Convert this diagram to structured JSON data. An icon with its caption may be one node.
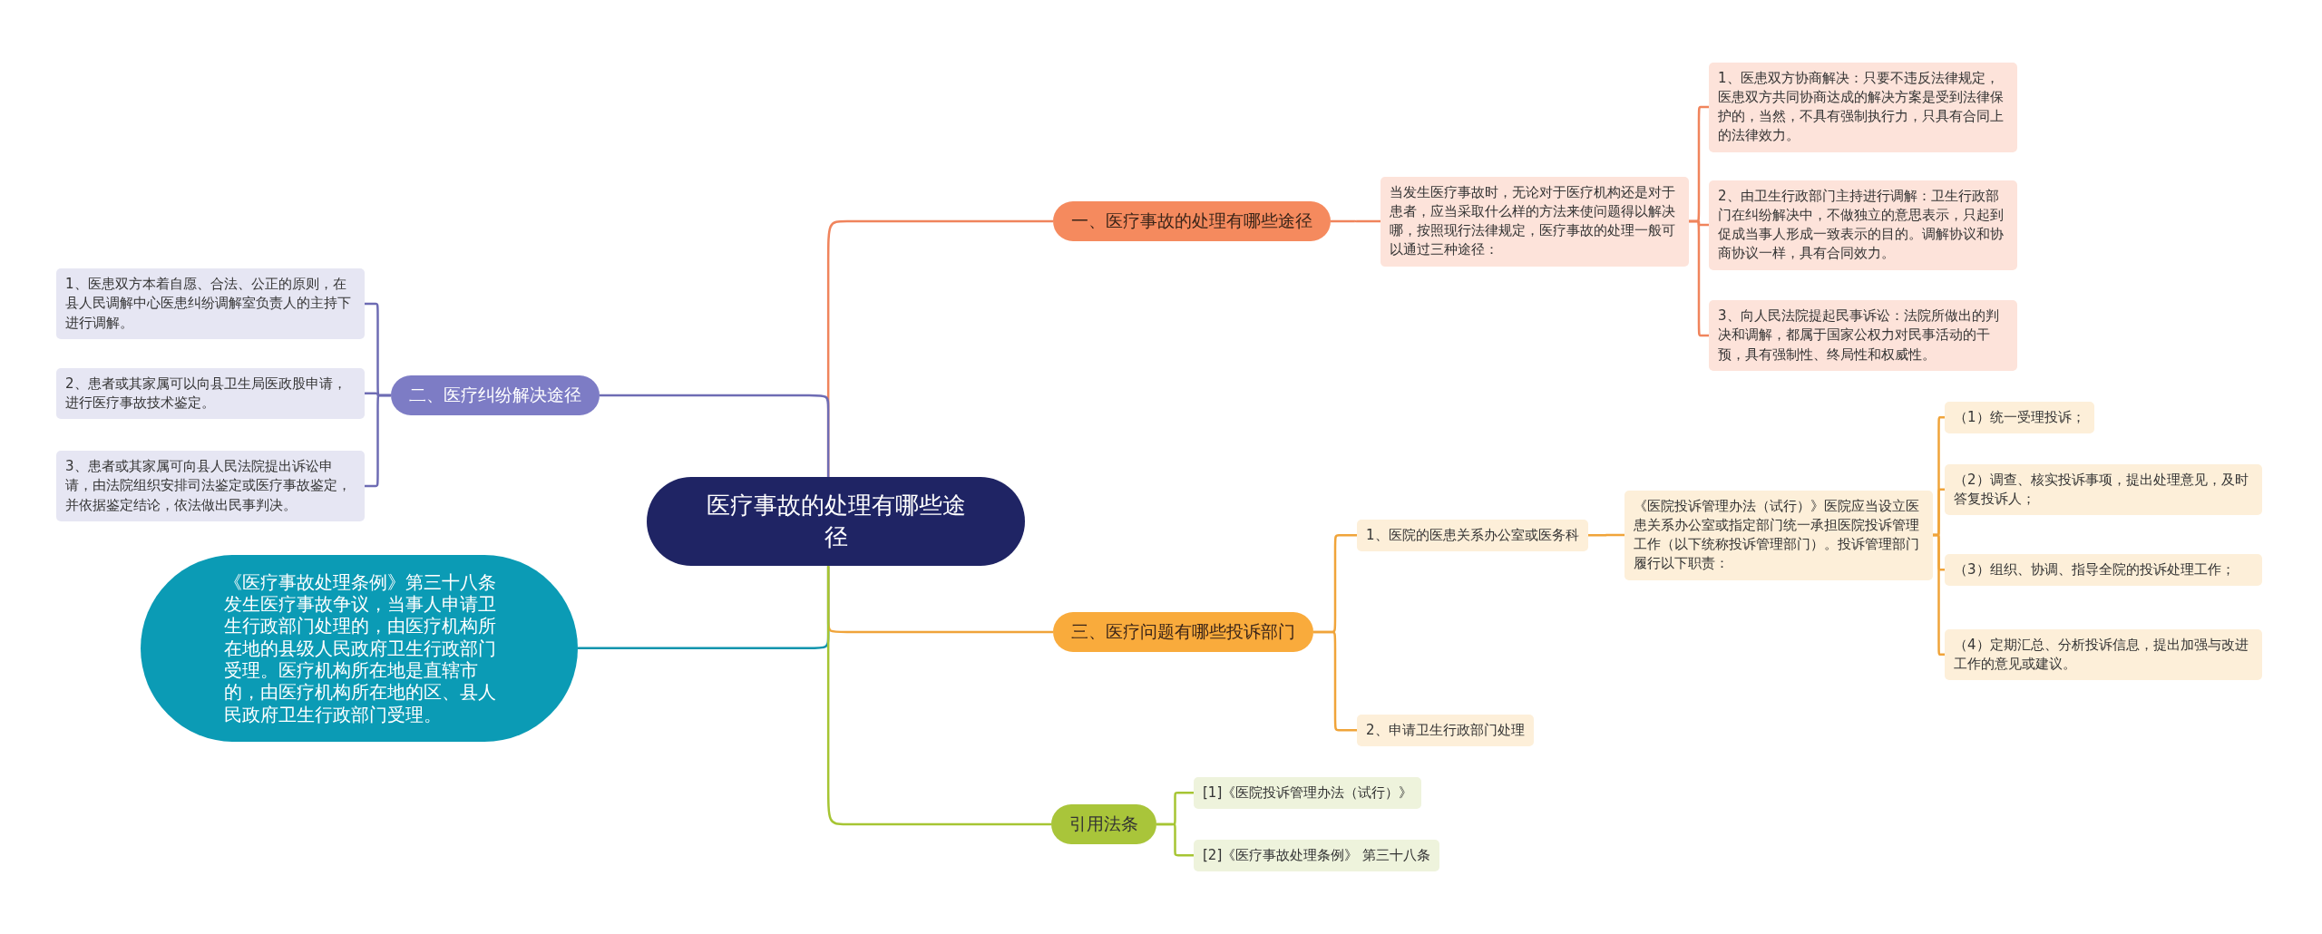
{
  "diagram": {
    "nodes": [
      {
        "text": [
          "医疗事故的处理有哪些途径"
        ]
      },
      {
        "text": [
          "一、医疗事故的处理有哪些途径"
        ]
      },
      {
        "text": [
          "当发生医疗事故时，无论对于医疗机构还是对于患者，应当采取什么样的方法来使问题得以解决哪，按照现行法律规定，医疗事故的处理一般可以通过三种途径："
        ]
      },
      {
        "text": [
          "1、医患双方协商解决：只要不违反法律规定，医患双方共同协商达成的解决方案是受到法律保护的，当然，不具有强制执行力，只具有合同上的法律效力。"
        ]
      },
      {
        "text": [
          "2、由卫生行政部门主持进行调解：卫生行政部门在纠纷解决中，不做独立的意思表示，只起到促成当事人形成一致表示的目的。调解协议和协商协议一样，具有合同效力。"
        ]
      },
      {
        "text": [
          "3、向人民法院提起民事诉讼：法院所做出的判决和调解，都属于国家公权力对民事活动的干预，具有强制性、终局性和权威性。"
        ]
      },
      {
        "text": [
          "二、医疗纠纷解决途径"
        ]
      },
      {
        "text": [
          "1、医患双方本着自愿、合法、公正的原则，在县人民调解中心医患纠纷调解室负责人的主持下进行调解。"
        ]
      },
      {
        "text": [
          "2、患者或其家属可以向县卫生局医政股申请，进行医疗事故技术鉴定。"
        ]
      },
      {
        "text": [
          "3、患者或其家属可向县人民法院提出诉讼申请，由法院组织安排司法鉴定或医疗事故鉴定，并依据鉴定结论，依法做出民事判决。"
        ]
      },
      {
        "text": [
          "《医疗事故处理条例》第三十八条发生医疗事故争议，当事人申请卫生行政部门处理的，由医疗机构所在地的县级人民政府卫生行政部门受理。医疗机构所在地是直辖市的，由医疗机构所在地的区、县人民政府卫生行政部门受理。"
        ]
      },
      {
        "text": [
          "三、医疗问题有哪些投诉部门"
        ]
      },
      {
        "text": [
          "1、医院的医患关系办公室或医务科"
        ]
      },
      {
        "text": [
          "《医院投诉管理办法（试行）》医院应当设立医患关系办公室或指定部门统一承担医院投诉管理工作（以下统称投诉管理部门）。投诉管理部门履行以下职责："
        ]
      },
      {
        "text": [
          "（1）统一受理投诉；"
        ]
      },
      {
        "text": [
          "（2）调查、核实投诉事项，提出处理意见，及时答复投诉人；"
        ]
      },
      {
        "text": [
          "（3）组织、协调、指导全院的投诉处理工作；"
        ]
      },
      {
        "text": [
          "（4）定期汇总、分析投诉信息，提出加强与改进工作的意见或建议。"
        ]
      },
      {
        "text": [
          "2、申请卫生行政部门处理"
        ]
      },
      {
        "text": [
          "引用法条"
        ]
      },
      {
        "text": [
          "[1]《医院投诉管理办法（试行）》"
        ]
      },
      {
        "text": [
          "[2]《医疗事故处理条例》 第三十八条"
        ]
      }
    ],
    "edges": [
      {
        "from": 0,
        "to": 1,
        "arrow": "none",
        "color": "#f0845c"
      },
      {
        "from": 1,
        "to": 2,
        "arrow": "none",
        "color": "#f0845c"
      },
      {
        "from": 2,
        "to": 3,
        "arrow": "none",
        "color": "#f0845c"
      },
      {
        "from": 2,
        "to": 4,
        "arrow": "none",
        "color": "#f0845c"
      },
      {
        "from": 2,
        "to": 5,
        "arrow": "none",
        "color": "#f0845c"
      },
      {
        "from": 0,
        "to": 6,
        "arrow": "none",
        "color": "#6e6cb4"
      },
      {
        "from": 6,
        "to": 7,
        "arrow": "none",
        "color": "#6e6cb4"
      },
      {
        "from": 6,
        "to": 8,
        "arrow": "none",
        "color": "#6e6cb4"
      },
      {
        "from": 6,
        "to": 9,
        "arrow": "none",
        "color": "#6e6cb4"
      },
      {
        "from": 0,
        "to": 10,
        "arrow": "none",
        "color": "#0e94ad"
      },
      {
        "from": 0,
        "to": 11,
        "arrow": "none",
        "color": "#f0a43a"
      },
      {
        "from": 11,
        "to": 12,
        "arrow": "none",
        "color": "#f0a43a"
      },
      {
        "from": 11,
        "to": 18,
        "arrow": "none",
        "color": "#f0a43a"
      },
      {
        "from": 12,
        "to": 13,
        "arrow": "none",
        "color": "#f0a43a"
      },
      {
        "from": 13,
        "to": 14,
        "arrow": "none",
        "color": "#f0a43a"
      },
      {
        "from": 13,
        "to": 15,
        "arrow": "none",
        "color": "#f0a43a"
      },
      {
        "from": 13,
        "to": 16,
        "arrow": "none",
        "color": "#f0a43a"
      },
      {
        "from": 13,
        "to": 17,
        "arrow": "none",
        "color": "#f0a43a"
      },
      {
        "from": 0,
        "to": 19,
        "arrow": "none",
        "color": "#a6c533"
      },
      {
        "from": 19,
        "to": 20,
        "arrow": "none",
        "color": "#a6c533"
      },
      {
        "from": 19,
        "to": 21,
        "arrow": "none",
        "color": "#a6c533"
      }
    ]
  }
}
